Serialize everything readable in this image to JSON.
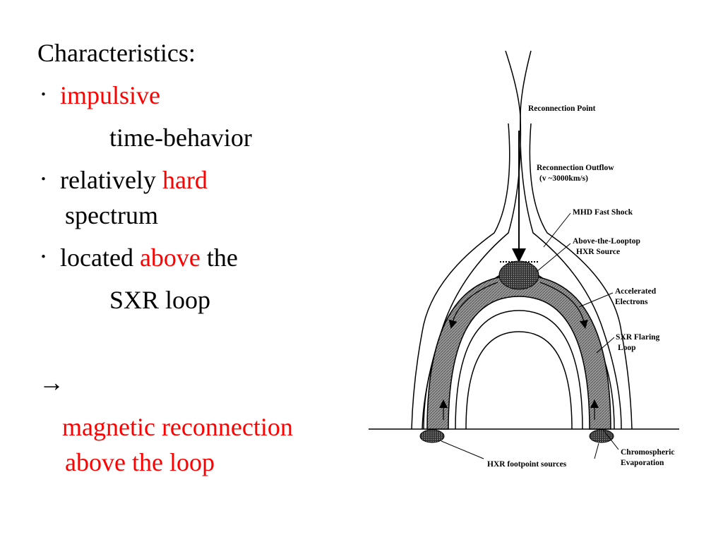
{
  "slide": {
    "heading": "Characteristics:",
    "bullet_glyph": "･",
    "items": [
      {
        "pre": "",
        "hl": "impulsive",
        "post": "",
        "cont": "time-behavior"
      },
      {
        "pre": "relatively ",
        "hl": "hard",
        "post": "",
        "cont": "spectrum"
      },
      {
        "pre": "located ",
        "hl": "above",
        "post": " the",
        "cont": "SXR loop"
      }
    ],
    "arrow": "→",
    "conclusion_1": "magnetic reconnection",
    "conclusion_2": "above the loop",
    "highlight_color": "#ff0000"
  },
  "diagram": {
    "labels": {
      "reconnection_point": "Reconnection Point",
      "outflow_1": "Reconnection Outflow",
      "outflow_2": "(v ~3000km/s)",
      "fast_shock": "MHD Fast Shock",
      "looptop_1": "Above-the-Looptop",
      "looptop_2": "HXR Source",
      "electrons_1": "Accelerated",
      "electrons_2": "Electrons",
      "sxr_1": "SXR Flaring",
      "sxr_2": "Loop",
      "chromo_1": "Chromospheric",
      "chromo_2": "Evaporation",
      "footpoints": "HXR footpoint sources"
    }
  }
}
